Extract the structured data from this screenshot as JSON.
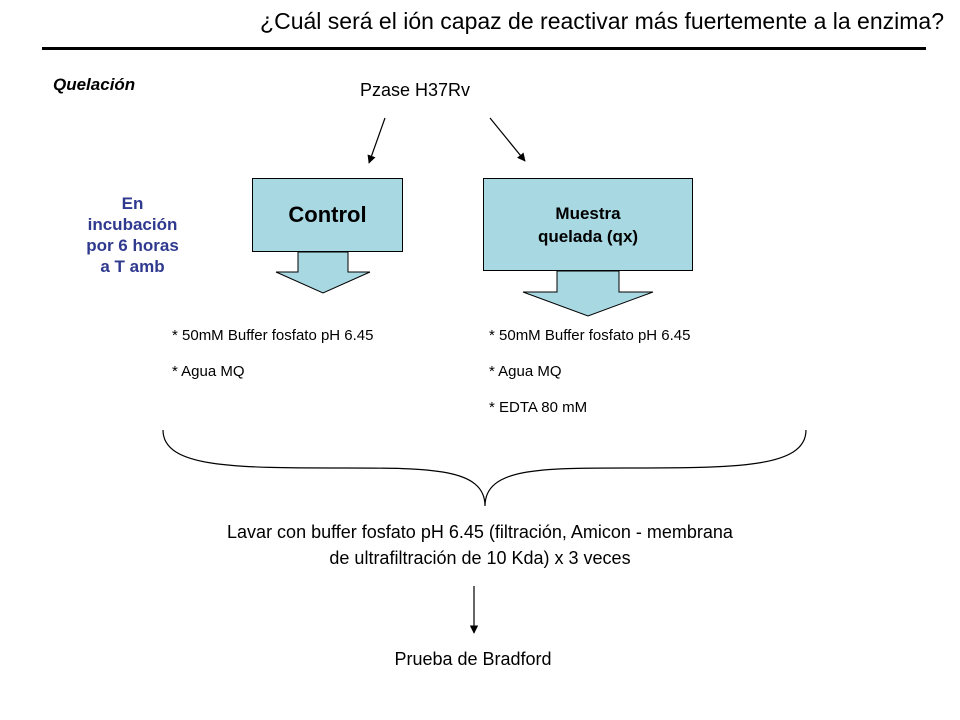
{
  "slide": {
    "title": "¿Cuál será el ión capaz de reactivar más fuertemente a la enzima?",
    "section_label": "Quelación"
  },
  "diagram": {
    "source": "Pzase H37Rv",
    "incubation_note": [
      "En",
      "incubación",
      "por 6 horas",
      "a T amb"
    ],
    "control": {
      "label": "Control",
      "components": [
        "* 50mM Buffer fosfato pH 6.45",
        "* Agua MQ"
      ]
    },
    "sample": {
      "label": [
        "Muestra",
        "quelada (qx)"
      ],
      "components": [
        "* 50mM Buffer fosfato pH 6.45",
        "* Agua MQ",
        "* EDTA 80 mM"
      ]
    },
    "wash_step": [
      "Lavar con buffer fosfato pH 6.45 (filtración, Amicon - membrana",
      "de ultrafiltración de 10 Kda) x 3 veces"
    ],
    "final_step": "Prueba de Bradford"
  },
  "colors": {
    "box_fill": "#a8d8e2",
    "note_text": "#2f3a8f",
    "line": "#000000"
  }
}
